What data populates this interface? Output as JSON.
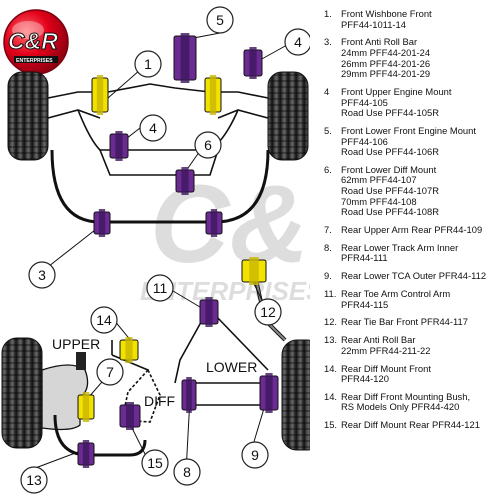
{
  "logo": {
    "text": "C&R",
    "subtext": "ENTERPRISES"
  },
  "watermark": {
    "text": "C&R",
    "subtext": "ENTERPRISES"
  },
  "callouts": [
    "5",
    "4",
    "1",
    "4",
    "6",
    "3",
    "11",
    "12",
    "14",
    "7",
    "9",
    "13",
    "15",
    "8"
  ],
  "labels": {
    "upper": "UPPER",
    "lower": "LOWER",
    "diff": "DIFF"
  },
  "legend": [
    {
      "num": "1.",
      "lines": [
        "Front Wishbone Front",
        "PFF44-1011-14"
      ]
    },
    {
      "num": "3.",
      "lines": [
        "Front Anti Roll Bar",
        "24mm PFF44-201-24",
        "26mm PFF44-201-26",
        "29mm PFF44-201-29"
      ]
    },
    {
      "num": "4",
      "lines": [
        "Front Upper Engine Mount",
        "PFF44-105",
        "Road Use PFF44-105R"
      ]
    },
    {
      "num": "5.",
      "lines": [
        "Front Lower Front Engine Mount",
        "PFF44-106",
        "Road Use PFF44-106R"
      ]
    },
    {
      "num": "6.",
      "lines": [
        "Front Lower Diff Mount",
        "62mm PFF44-107",
        "Road Use PFF44-107R",
        "70mm PFF44-108",
        "Road Use PFF44-108R"
      ]
    },
    {
      "num": "7.",
      "lines": [
        "Rear Upper Arm Rear PFR44-109"
      ]
    },
    {
      "num": "8.",
      "lines": [
        "Rear Lower Track Arm Inner",
        "PFR44-111"
      ]
    },
    {
      "num": "9.",
      "lines": [
        "Rear Lower TCA Outer PFR44-112"
      ]
    },
    {
      "num": "11.",
      "lines": [
        "Rear Toe Arm Control Arm",
        "PFR44-115"
      ]
    },
    {
      "num": "12.",
      "lines": [
        "Rear Tie Bar Front PFR44-117"
      ]
    },
    {
      "num": "13.",
      "lines": [
        "Rear Anti Roll Bar",
        "22mm PFR44-211-22"
      ]
    },
    {
      "num": "14.",
      "lines": [
        "Rear Diff Mount Front",
        "PFR44-120"
      ]
    },
    {
      "num": "14.",
      "lines": [
        "Rear Diff Front Mounting Bush,",
        "RS Models Only PFR44-420"
      ]
    },
    {
      "num": "15.",
      "lines": [
        "Rear Diff Mount Rear PFR44-121"
      ]
    }
  ],
  "colors": {
    "bush_purple": "#6b2c91",
    "bush_purple_dark": "#3f1660",
    "bush_yellow": "#f2e200",
    "tyre": "#2a2a2a",
    "logo_red": "#e2001a",
    "callout_stroke": "#222222"
  }
}
